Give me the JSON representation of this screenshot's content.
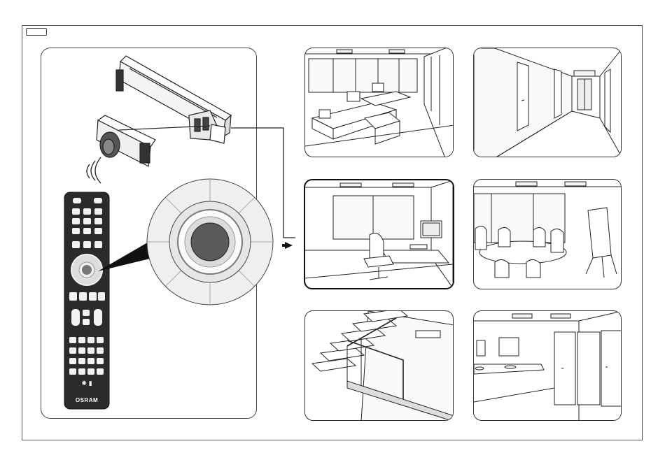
{
  "brand": "OSRAM",
  "colors": {
    "remote_body": "#2b2b2b",
    "button": "#f2f2f2",
    "dial_center": "#5a5a5a",
    "line": "#222222",
    "frame": "#555555"
  },
  "scenes": [
    {
      "id": "open-office",
      "active": false
    },
    {
      "id": "corridor",
      "active": false
    },
    {
      "id": "single-office",
      "active": true
    },
    {
      "id": "meeting-room",
      "active": false
    },
    {
      "id": "staircase",
      "active": false
    },
    {
      "id": "restroom",
      "active": false
    }
  ]
}
